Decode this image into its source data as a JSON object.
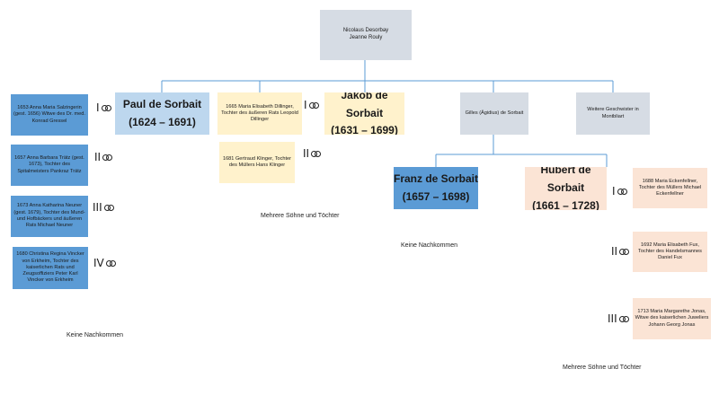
{
  "parents": {
    "line1": "Nicolaus Desorbay",
    "line2": "Jeanne Rouly"
  },
  "children": {
    "paul": {
      "name": "Paul de Sorbait",
      "years": "(1624 – 1691)"
    },
    "dillinger": "1665 Maria Elisabeth Dillinger, Tochter des äußeren Rats Leopold Dillinger",
    "jakob": {
      "name": "Jakob de Sorbait",
      "years": "(1631 – 1699)"
    },
    "gilles": "Gilles (Ägidius) de Sorbait",
    "weitere": "Weitere Geschwister in Montbliart"
  },
  "paul_spouses": [
    {
      "numeral": "I",
      "text": "1653 Anna Maria Salzingerin (gest. 1656) Witwe des Dr. med. Konrad Gressel"
    },
    {
      "numeral": "II",
      "text": "1657 Anna Barbara Trätz (gest. 1673), Tochter des Spitalmeisters Pankraz Trätz"
    },
    {
      "numeral": "III",
      "text": "1673 Anna Katharina Neuner (gest. 1679), Tochter des Mund- und Hofbäckers und äußeren Rats Michael Neuner"
    },
    {
      "numeral": "IV",
      "text": "1680 Christina Regina Vincker von Erkheim, Tochter des kaiserlichen Rats und Zeugsoffiziers Peter Karl Vincker von Erkheim"
    }
  ],
  "jakob_spouses": [
    {
      "numeral": "I"
    },
    {
      "numeral": "II",
      "text": "1681 Gertraud Klinger, Tochter des Müllers Hans Klinger"
    }
  ],
  "grandchildren": {
    "franz": {
      "name": "Franz de Sorbait",
      "years": "(1657 – 1698)"
    },
    "hubert": {
      "name": "Hubert de Sorbait",
      "years": "(1661 – 1728)"
    }
  },
  "hubert_spouses": [
    {
      "numeral": "I",
      "text": "1688 Maria Eckenfellner, Tochter des Müllers Michael Eckenfellner"
    },
    {
      "numeral": "II",
      "text": "1692 Maria Elisabeth Fux, Tochter des Handelsmannes Daniel Fux"
    },
    {
      "numeral": "III",
      "text": "1713 Maria Margarethe Jonas, Witwe des kaiserlichen Juweliers Johann Georg Jonas"
    }
  ],
  "notes": {
    "paul": "Keine Nachkommen",
    "jakob": "Mehrere  Söhne und Töchter",
    "franz": "Keine Nachkommen",
    "hubert": "Mehrere  Söhne und Töchter"
  }
}
